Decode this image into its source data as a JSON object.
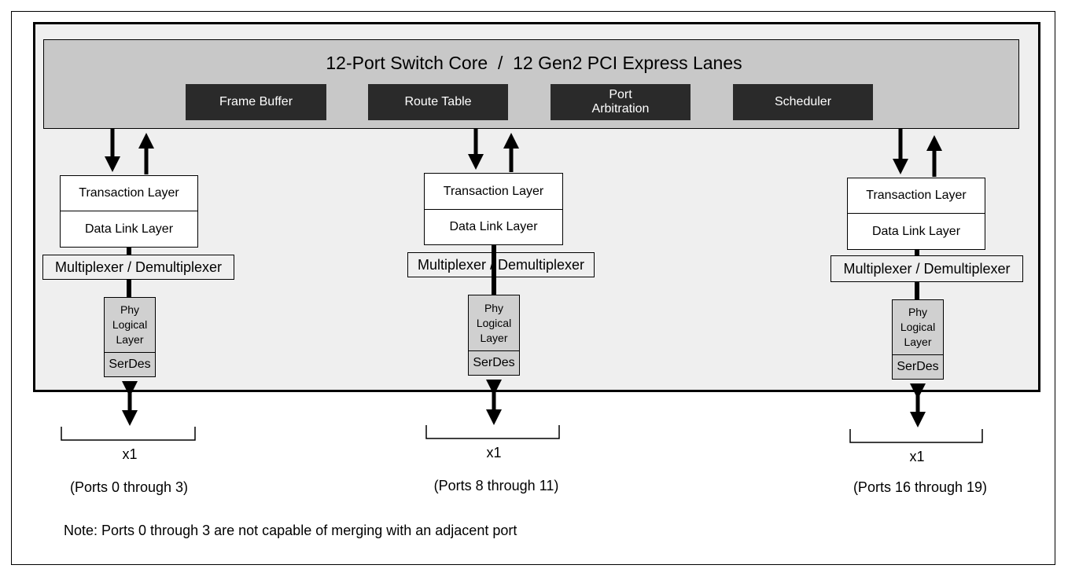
{
  "core": {
    "title": "12-Port Switch Core  /  12 Gen2 PCI Express Lanes",
    "blocks": [
      "Frame Buffer",
      "Route Table",
      "Port\nArbitration",
      "Scheduler"
    ]
  },
  "stacks": [
    {
      "transaction_layer": "Transaction Layer",
      "data_link_layer": "Data Link Layer",
      "mux": "Multiplexer / Demultiplexer",
      "phy": "Phy\nLogical\nLayer",
      "serdes": "SerDes",
      "width": "x1",
      "ports": "(Ports 0 through 3)"
    },
    {
      "transaction_layer": "Transaction Layer",
      "data_link_layer": "Data Link Layer",
      "mux": "Multiplexer / Demultiplexer",
      "phy": "Phy\nLogical\nLayer",
      "serdes": "SerDes",
      "width": "x1",
      "ports": "(Ports 8 through 11)"
    },
    {
      "transaction_layer": "Transaction Layer",
      "data_link_layer": "Data Link Layer",
      "mux": "Multiplexer / Demultiplexer",
      "phy": "Phy\nLogical\nLayer",
      "serdes": "SerDes",
      "width": "x1",
      "ports": "(Ports 16 through 19)"
    }
  ],
  "note": "Note: Ports 0 through 3 are not capable of merging with an adjacent port"
}
